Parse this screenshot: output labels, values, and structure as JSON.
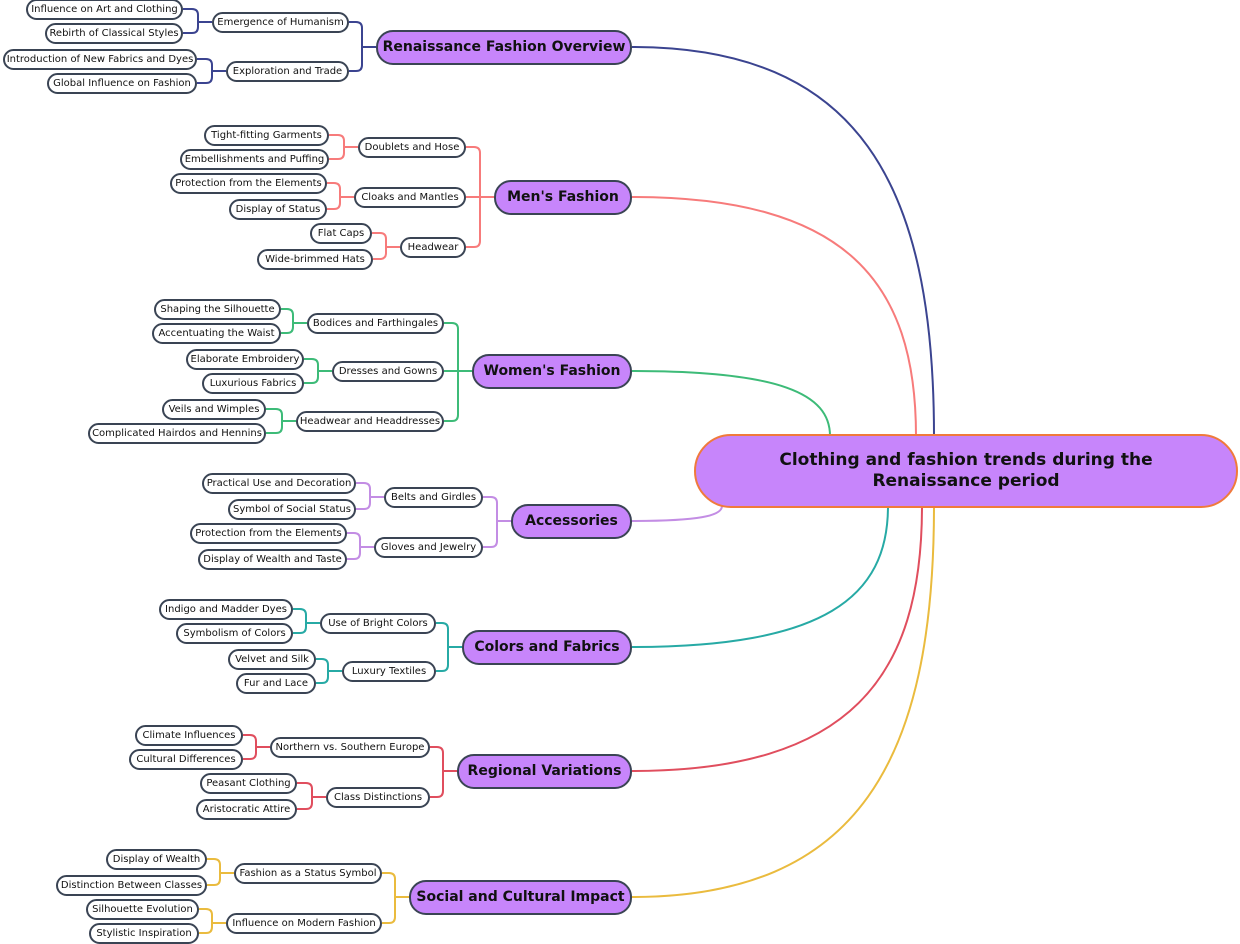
{
  "central": {
    "label": "Clothing and fashion trends during the Renaissance period"
  },
  "branches": [
    {
      "label": "Renaissance Fashion Overview",
      "color": "#3b4490",
      "children": [
        {
          "label": "Emergence of Humanism",
          "children": [
            "Influence on Art and Clothing",
            "Rebirth of Classical Styles"
          ]
        },
        {
          "label": "Exploration and Trade",
          "children": [
            "Introduction of New Fabrics and Dyes",
            "Global Influence on Fashion"
          ]
        }
      ]
    },
    {
      "label": "Men's Fashion",
      "color": "#f77b7b",
      "children": [
        {
          "label": "Doublets and Hose",
          "children": [
            "Tight-fitting Garments",
            "Embellishments and Puffing"
          ]
        },
        {
          "label": "Cloaks and Mantles",
          "children": [
            "Protection from the Elements",
            "Display of Status"
          ]
        },
        {
          "label": "Headwear",
          "children": [
            "Flat Caps",
            "Wide-brimmed Hats"
          ]
        }
      ]
    },
    {
      "label": "Women's Fashion",
      "color": "#3dbb78",
      "children": [
        {
          "label": "Bodices and Farthingales",
          "children": [
            "Shaping the Silhouette",
            "Accentuating the Waist"
          ]
        },
        {
          "label": "Dresses and Gowns",
          "children": [
            "Elaborate Embroidery",
            "Luxurious Fabrics"
          ]
        },
        {
          "label": "Headwear and Headdresses",
          "children": [
            "Veils and Wimples",
            "Complicated Hairdos and Hennins"
          ]
        }
      ]
    },
    {
      "label": "Accessories",
      "color": "#c38de4",
      "children": [
        {
          "label": "Belts and Girdles",
          "children": [
            "Practical Use and Decoration",
            "Symbol of Social Status"
          ]
        },
        {
          "label": "Gloves and Jewelry",
          "children": [
            "Protection from the Elements",
            "Display of Wealth and Taste"
          ]
        }
      ]
    },
    {
      "label": "Colors and Fabrics",
      "color": "#27aaa5",
      "children": [
        {
          "label": "Use of Bright Colors",
          "children": [
            "Indigo and Madder Dyes",
            "Symbolism of Colors"
          ]
        },
        {
          "label": "Luxury Textiles",
          "children": [
            "Velvet and Silk",
            "Fur and Lace"
          ]
        }
      ]
    },
    {
      "label": "Regional Variations",
      "color": "#e04e5e",
      "children": [
        {
          "label": "Northern vs. Southern Europe",
          "children": [
            "Climate Influences",
            "Cultural Differences"
          ]
        },
        {
          "label": "Class Distinctions",
          "children": [
            "Peasant Clothing",
            "Aristocratic Attire"
          ]
        }
      ]
    },
    {
      "label": "Social and Cultural Impact",
      "color": "#eabb3e",
      "children": [
        {
          "label": "Fashion as a Status Symbol",
          "children": [
            "Display of Wealth",
            "Distinction Between Classes"
          ]
        },
        {
          "label": "Influence on Modern Fashion",
          "children": [
            "Silhouette Evolution",
            "Stylistic Inspiration"
          ]
        }
      ]
    }
  ]
}
